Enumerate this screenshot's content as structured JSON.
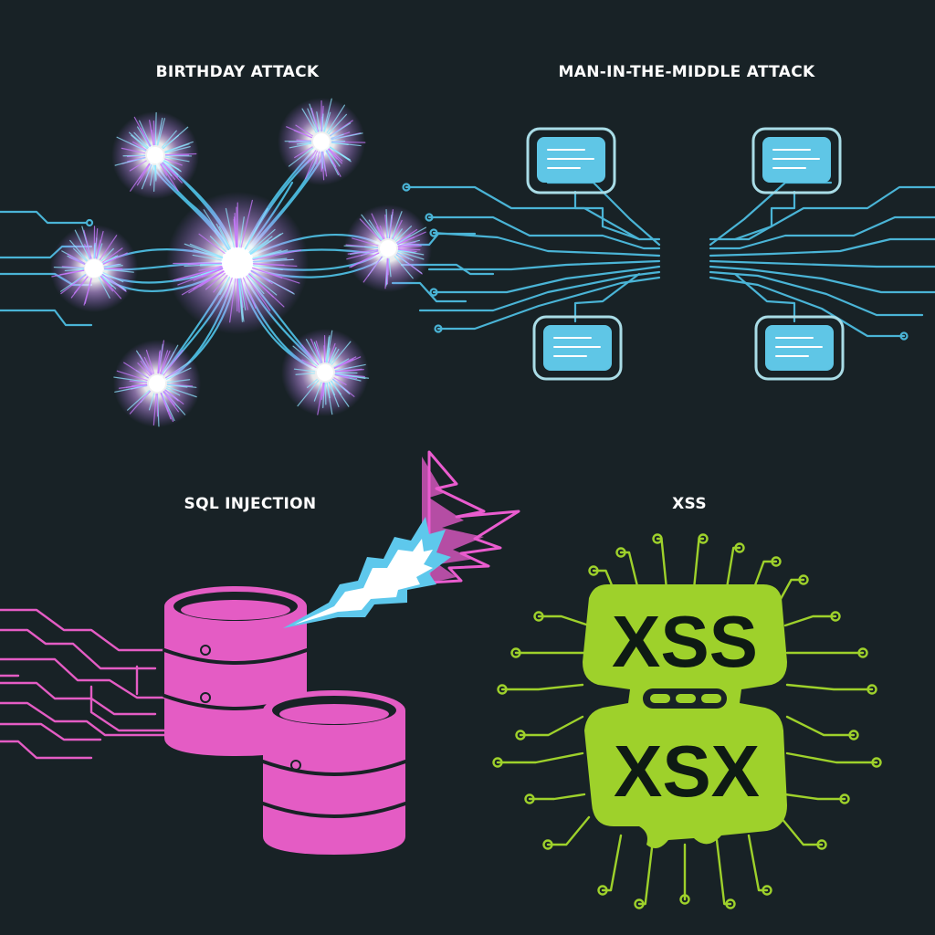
{
  "panels": {
    "birthday": {
      "title": "BIRTHDAY ATTACK"
    },
    "mitm": {
      "title": "MAN-IN-THE-MIDDLE ATTACK"
    },
    "sql": {
      "title": "SQL INJECTION"
    },
    "xss": {
      "title": "XSS",
      "badge_top": "XSS",
      "badge_bottom": "XSX"
    }
  },
  "colors": {
    "background": "#182226",
    "circuit_blue": "#4ab4d6",
    "spark_white": "#ffffff",
    "spark_purple": "#c879ff",
    "message_bubble": "#5fc6e6",
    "database_pink": "#e45cc4",
    "bolt_blue": "#5ec8ec",
    "bolt_pink": "#ea5ccf",
    "xss_green": "#9ed12b"
  },
  "icons": {
    "birthday": "spark-network-icon",
    "mitm": "message-bubble-icon",
    "sql": "database-icon",
    "xss": "xss-blob-icon"
  }
}
